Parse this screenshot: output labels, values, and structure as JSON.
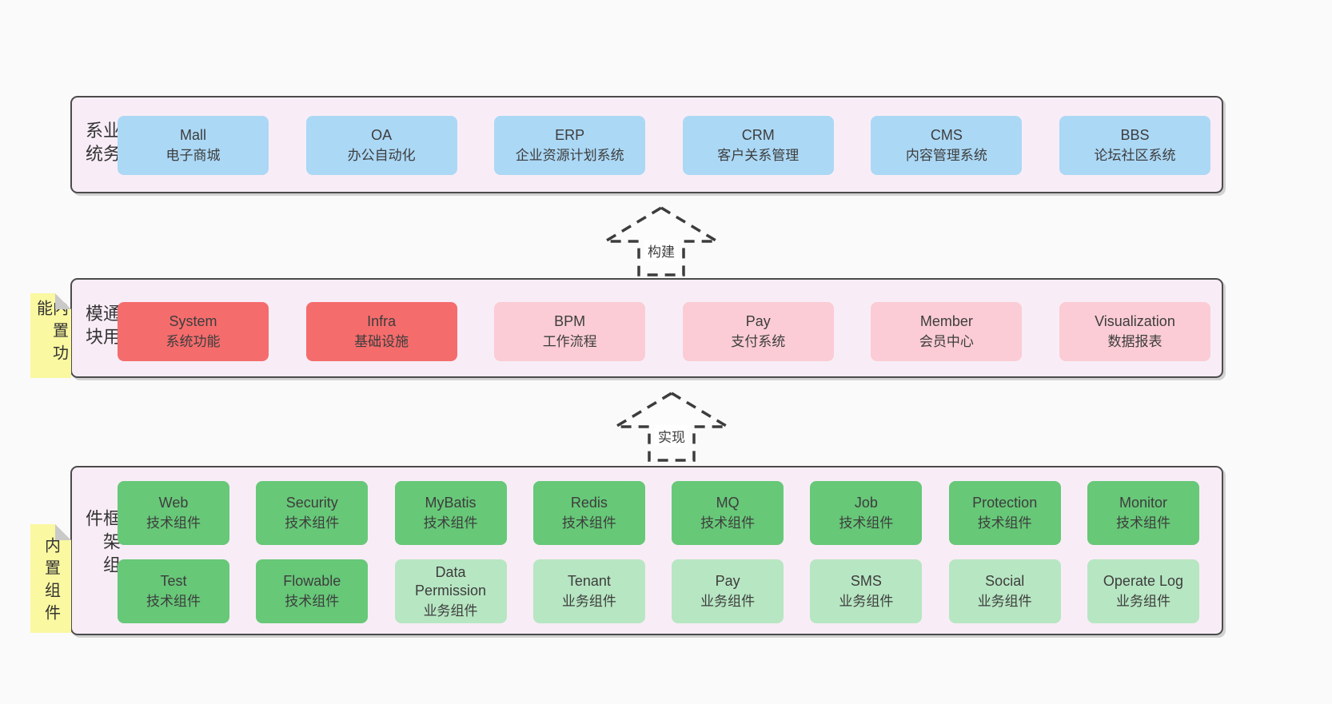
{
  "diagram": {
    "background": "#fafafa",
    "colors": {
      "band_bg": "#f8edf6",
      "band_border": "#4b4b4b",
      "blue_box": "#abd8f5",
      "red_box": "#f56c6c",
      "pink_box": "#fbccd5",
      "green_box": "#67c878",
      "light_green_box": "#b7e6c2",
      "note_yellow": "#faf8a0",
      "note_fold_gray": "#c9c9c9",
      "text": "#3d3d3d"
    },
    "arrows": {
      "build": "构建",
      "implement": "实现"
    },
    "business": {
      "label": "业务系统",
      "boxes": [
        {
          "name": "Mall",
          "desc": "电子商城"
        },
        {
          "name": "OA",
          "desc": "办公自动化"
        },
        {
          "name": "ERP",
          "desc": "企业资源计划系统"
        },
        {
          "name": "CRM",
          "desc": "客户关系管理"
        },
        {
          "name": "CMS",
          "desc": "内容管理系统"
        },
        {
          "name": "BBS",
          "desc": "论坛社区系统"
        }
      ]
    },
    "modules": {
      "label": "通用模块",
      "note": "内置功能",
      "boxes": [
        {
          "name": "System",
          "desc": "系统功能"
        },
        {
          "name": "Infra",
          "desc": "基础设施"
        },
        {
          "name": "BPM",
          "desc": "工作流程"
        },
        {
          "name": "Pay",
          "desc": "支付系统"
        },
        {
          "name": "Member",
          "desc": "会员中心"
        },
        {
          "name": "Visualization",
          "desc": "数据报表"
        }
      ]
    },
    "framework": {
      "label": "框架组件",
      "note": "内置组件",
      "row1": [
        {
          "name": "Web",
          "desc": "技术组件"
        },
        {
          "name": "Security",
          "desc": "技术组件"
        },
        {
          "name": "MyBatis",
          "desc": "技术组件"
        },
        {
          "name": "Redis",
          "desc": "技术组件"
        },
        {
          "name": "MQ",
          "desc": "技术组件"
        },
        {
          "name": "Job",
          "desc": "技术组件"
        },
        {
          "name": "Protection",
          "desc": "技术组件"
        },
        {
          "name": "Monitor",
          "desc": "技术组件"
        }
      ],
      "row2": [
        {
          "name": "Test",
          "desc": "技术组件"
        },
        {
          "name": "Flowable",
          "desc": "技术组件"
        },
        {
          "name": "Data Permission",
          "desc": "业务组件"
        },
        {
          "name": "Tenant",
          "desc": "业务组件"
        },
        {
          "name": "Pay",
          "desc": "业务组件"
        },
        {
          "name": "SMS",
          "desc": "业务组件"
        },
        {
          "name": "Social",
          "desc": "业务组件"
        },
        {
          "name": "Operate Log",
          "desc": "业务组件"
        }
      ]
    }
  }
}
